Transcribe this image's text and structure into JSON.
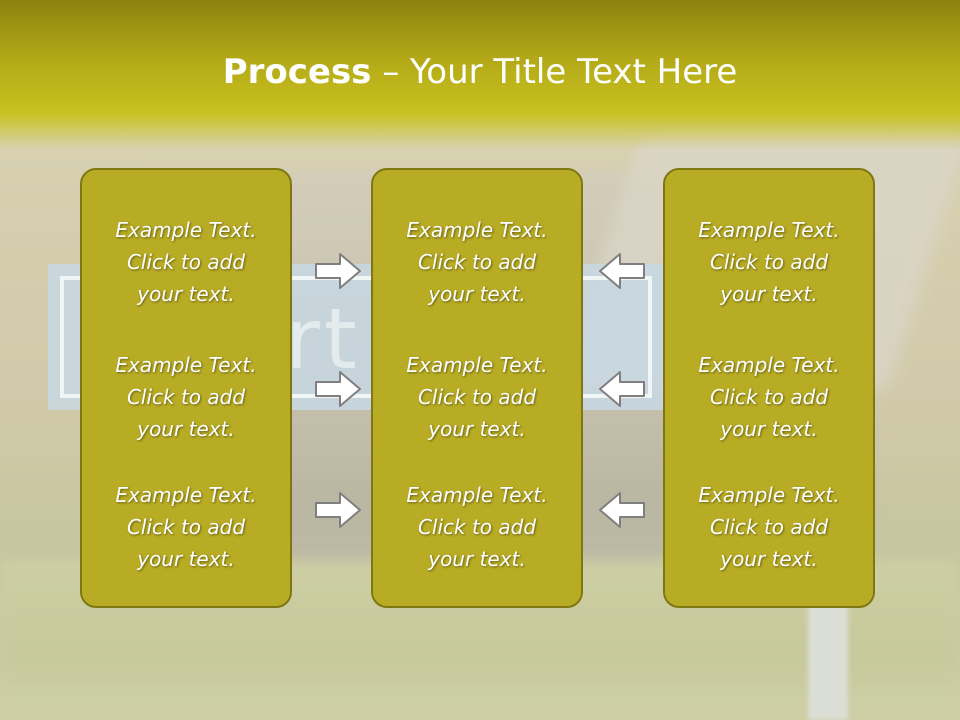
{
  "title": {
    "bold": "Process",
    "rest": " – Your Title Text Here"
  },
  "background": {
    "sign_text": "ort   e"
  },
  "panels": [
    {
      "blocks": [
        [
          "Example Text.",
          "Click  to add",
          "your text."
        ],
        [
          "Example Text.",
          "Click  to add",
          "your text."
        ],
        [
          "Example Text.",
          "Click  to add",
          "your text."
        ]
      ]
    },
    {
      "blocks": [
        [
          "Example Text.",
          "Click  to add",
          "your text."
        ],
        [
          "Example Text.",
          "Click  to add",
          "your text."
        ],
        [
          "Example Text.",
          "Click  to add",
          "your text."
        ]
      ]
    },
    {
      "blocks": [
        [
          "Example Text.",
          "Click  to add",
          "your text."
        ],
        [
          "Example Text.",
          "Click  to add",
          "your text."
        ],
        [
          "Example Text.",
          "Click  to add",
          "your text."
        ]
      ]
    }
  ],
  "colors": {
    "accent": "#b8ac24",
    "panel_border": "#7f7812",
    "title_band": "#b3a918"
  }
}
